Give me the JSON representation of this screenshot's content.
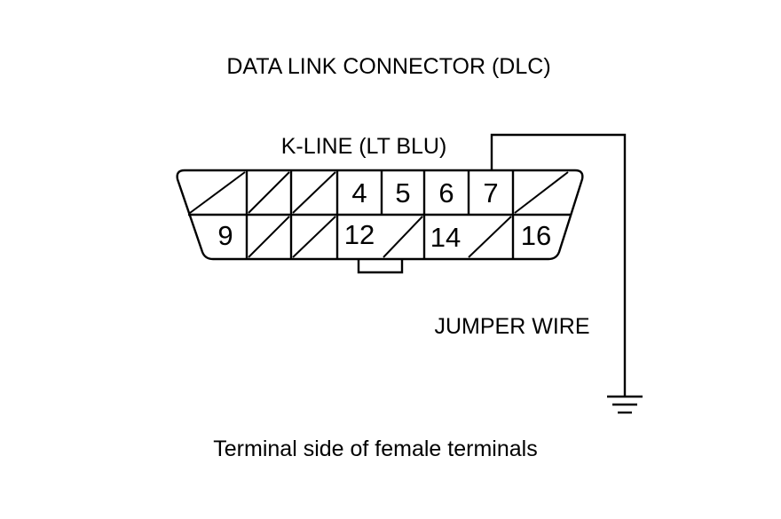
{
  "title": "DATA LINK CONNECTOR (DLC)",
  "k_line_label": "K-LINE (LT BLU)",
  "jumper_label": "JUMPER WIRE",
  "footer_text": "Terminal side of female terminals",
  "connector": {
    "top_row": [
      "",
      "",
      "",
      "4",
      "5",
      "6",
      "7",
      ""
    ],
    "bottom_row": [
      "9",
      "",
      "",
      "12",
      "",
      "14",
      "",
      "16"
    ]
  },
  "icons": {
    "ground": "ground-symbol-icon"
  },
  "colors": {
    "line": "#000000",
    "background": "#ffffff"
  }
}
